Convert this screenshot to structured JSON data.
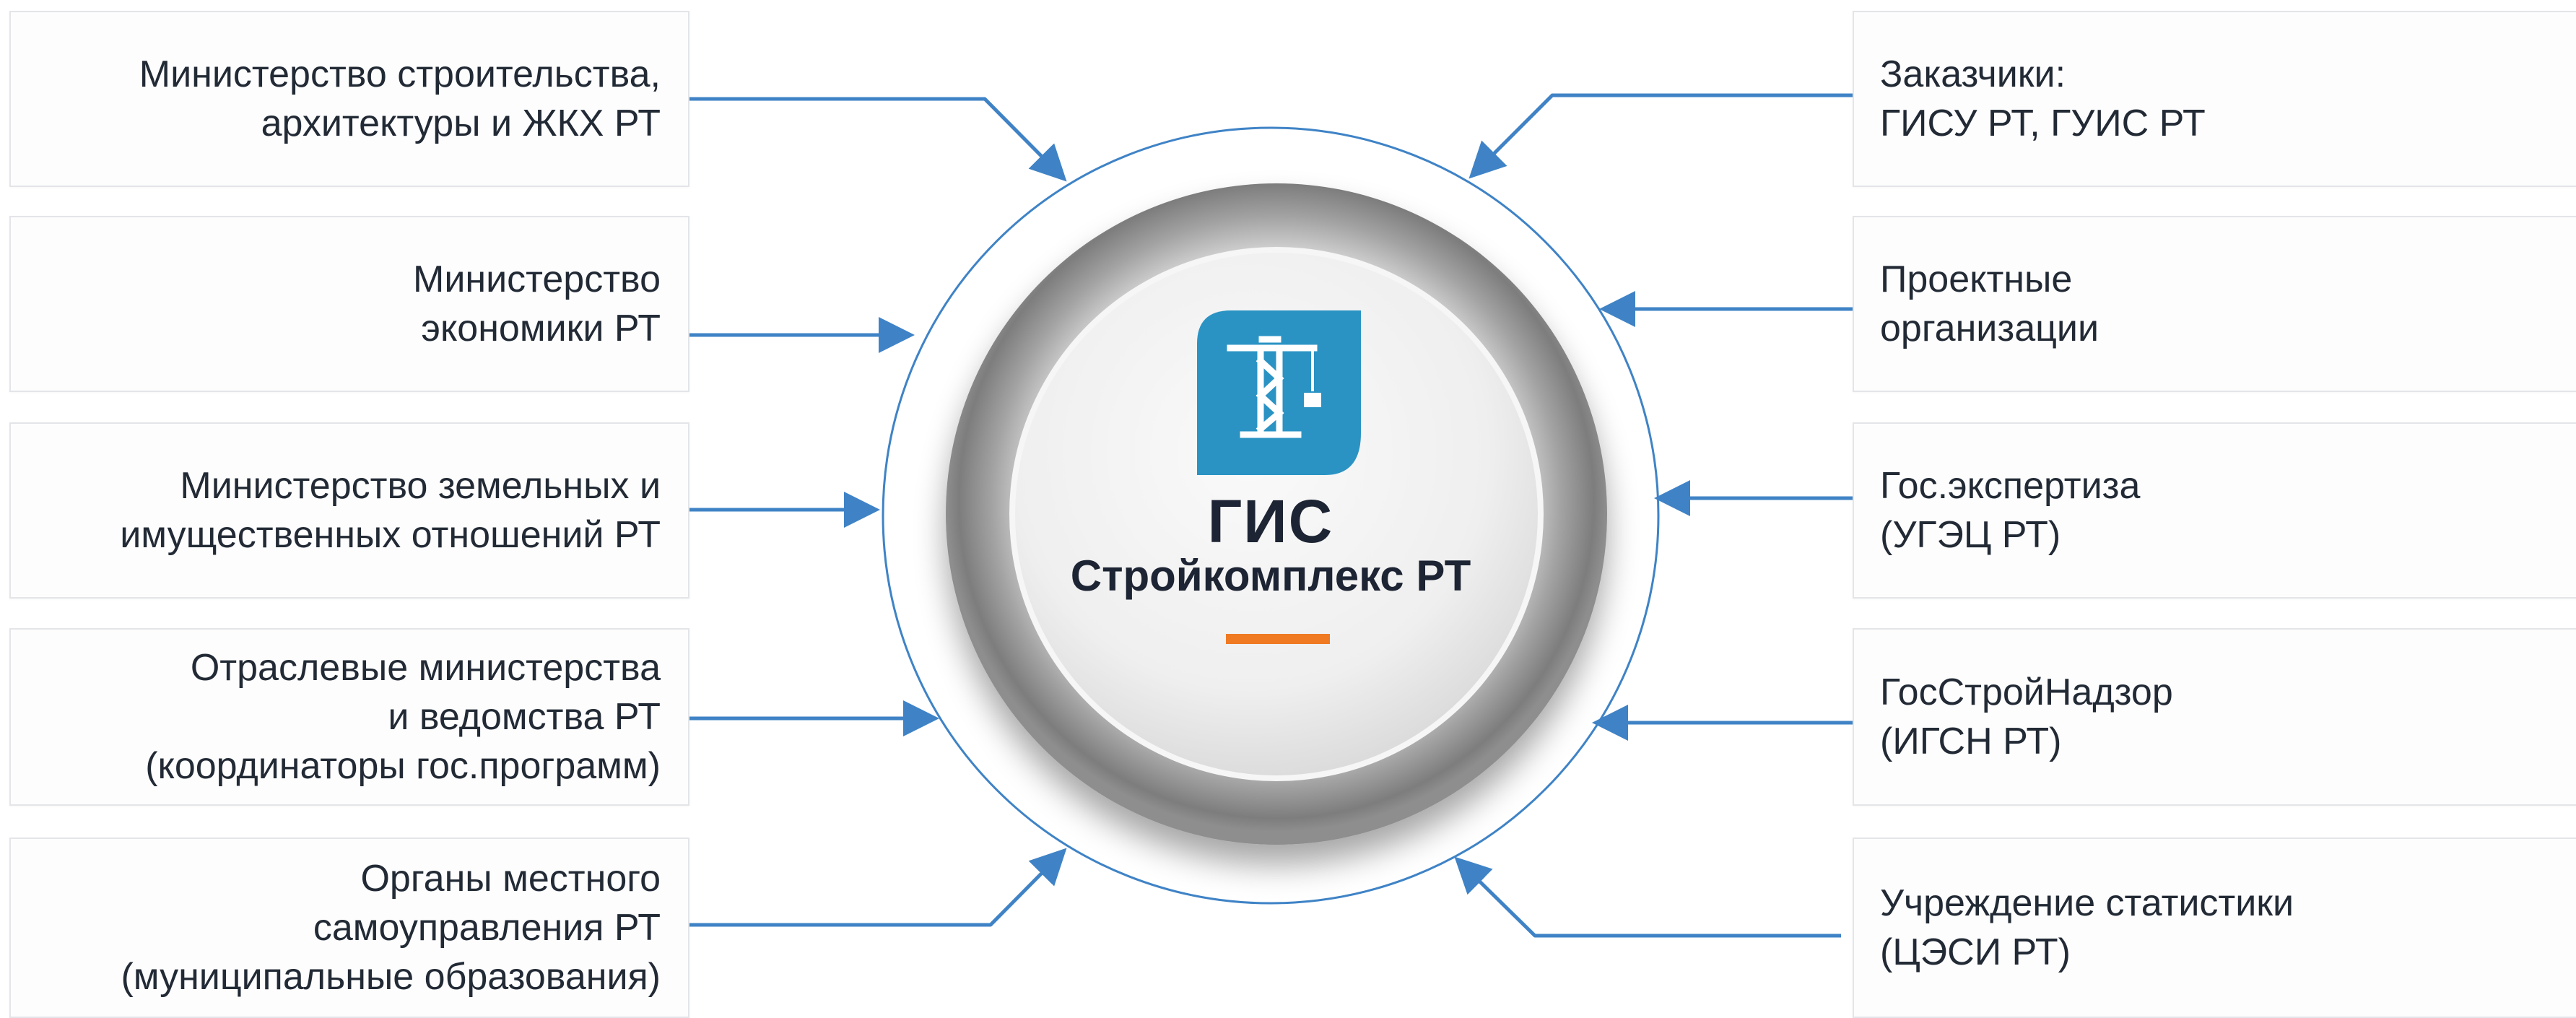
{
  "hub": {
    "title": "ГИС",
    "subtitle": "Стройкомплекс РТ",
    "icon": "construction-crane-icon"
  },
  "left_nodes": [
    {
      "lines": [
        "Министерство строительства,",
        "архитектуры и ЖКХ РТ"
      ]
    },
    {
      "lines": [
        "Министерство",
        "экономики РТ"
      ]
    },
    {
      "lines": [
        "Министерство земельных и",
        "имущественных отношений РТ"
      ]
    },
    {
      "lines": [
        "Отраслевые министерства",
        "и ведомства РТ",
        "(координаторы гос.программ)"
      ]
    },
    {
      "lines": [
        "Органы местного",
        "самоуправления РТ",
        "(муниципальные образования)"
      ]
    }
  ],
  "right_nodes": [
    {
      "lines": [
        "Заказчики:",
        "ГИСУ РТ, ГУИС РТ"
      ]
    },
    {
      "lines": [
        "Проектные",
        "организации"
      ]
    },
    {
      "lines": [
        "Гос.экспертиза",
        "(УГЭЦ РТ)"
      ]
    },
    {
      "lines": [
        "ГосСтройНадзор",
        "(ИГСН РТ)"
      ]
    },
    {
      "lines": [
        "Учреждение статистики",
        "(ЦЭСИ РТ)"
      ]
    }
  ],
  "colors": {
    "connector": "#3f83c6",
    "icon_bg": "#2a93c4",
    "accent": "#ef7a22",
    "text": "#222a35"
  }
}
